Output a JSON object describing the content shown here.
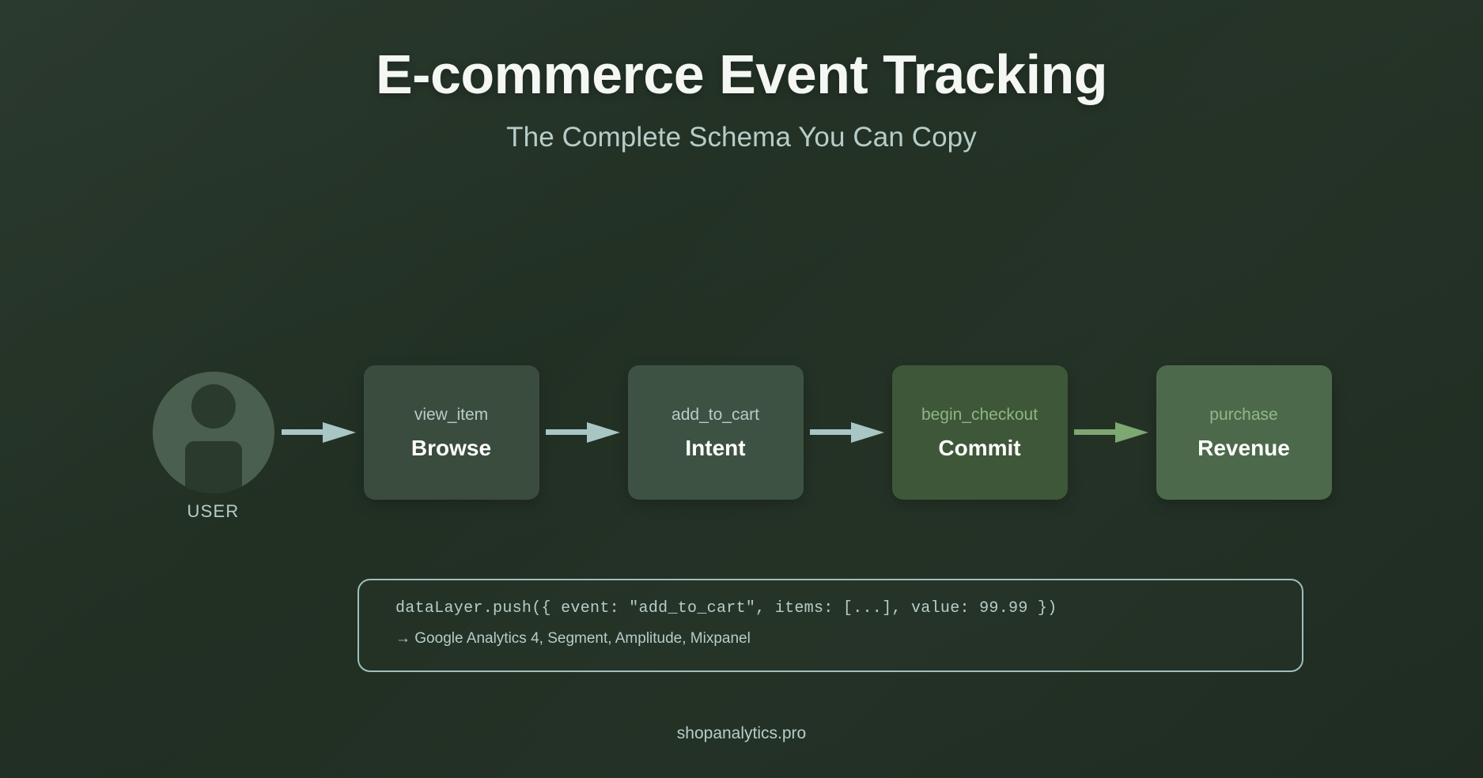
{
  "header": {
    "title": "E-commerce Event Tracking",
    "subtitle": "The Complete Schema You Can Copy"
  },
  "flow": {
    "user": {
      "label": "USER",
      "icon": "user-avatar-icon"
    },
    "arrows": [
      {
        "icon": "arrow-right-icon",
        "color": "#a8c6c4"
      },
      {
        "icon": "arrow-right-icon",
        "color": "#a8c6c4"
      },
      {
        "icon": "arrow-right-icon",
        "color": "#a8c6c4"
      },
      {
        "icon": "arrow-right-icon",
        "color": "#7da871"
      }
    ],
    "nodes": [
      {
        "event": "view_item",
        "stage": "Browse",
        "bg": "#3a4c3e",
        "event_color": "#b6cdc9"
      },
      {
        "event": "add_to_cart",
        "stage": "Intent",
        "bg": "#3d5243",
        "event_color": "#b6cdc9"
      },
      {
        "event": "begin_checkout",
        "stage": "Commit",
        "bg": "#3e5738",
        "event_color": "#8fb585"
      },
      {
        "event": "purchase",
        "stage": "Revenue",
        "bg": "#4c6a4b",
        "event_color": "#91b789"
      }
    ]
  },
  "code_panel": {
    "code": "dataLayer.push({ event: \"add_to_cart\", items: [...], value: 99.99 })",
    "destinations": "→ Google Analytics 4, Segment, Amplitude, Mixpanel",
    "border_color": "#9cc0bd"
  },
  "footer": {
    "site": "shopanalytics.pro"
  },
  "theme": {
    "background": "#233225",
    "title_color": "#f4f7f3",
    "muted_color": "#b6cdc9"
  }
}
